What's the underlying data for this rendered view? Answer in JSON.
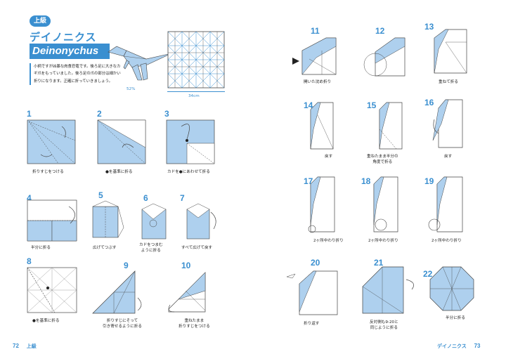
{
  "header": {
    "level_badge": "上級",
    "title_jp": "デイノニクス",
    "title_en": "Deinonychus",
    "intro": "小柄ですが凶暴な肉食恐竜です。後ろ足に大きなカギ爪をもっていました。後ろ足の爪の部分は細かい折りになります。正確に折っていきましょう。"
  },
  "size_labels": {
    "scale": "52%",
    "paper": "34cm"
  },
  "steps": [
    {
      "n": "1",
      "caption": "折りすじをつける"
    },
    {
      "n": "2",
      "caption": "●を基準に折る"
    },
    {
      "n": "3",
      "caption": "カドを●にあわせて折る"
    },
    {
      "n": "4",
      "caption": "半分に折る"
    },
    {
      "n": "5",
      "caption": "広げてつぶす"
    },
    {
      "n": "6",
      "caption": "カドをつまむ\nように折る"
    },
    {
      "n": "7",
      "caption": "すべて広げて戻す"
    },
    {
      "n": "8",
      "caption": "●を基準に折る"
    },
    {
      "n": "9",
      "caption": "折りすじにそって\n引き寄せるように折る"
    },
    {
      "n": "10",
      "caption": "重ねたまま\n折りすじをつける"
    },
    {
      "n": "11",
      "caption": "開いた沈め折り"
    },
    {
      "n": "12",
      "caption": ""
    },
    {
      "n": "13",
      "caption": "重ねて折る"
    },
    {
      "n": "14",
      "caption": "戻す"
    },
    {
      "n": "15",
      "caption": "重ねたまま半分の\n角度で折る"
    },
    {
      "n": "16",
      "caption": "戻す"
    },
    {
      "n": "17",
      "caption": "2ヶ所中わり折り"
    },
    {
      "n": "18",
      "caption": "2ヶ所中わり折り"
    },
    {
      "n": "19",
      "caption": "2ヶ所中わり折り"
    },
    {
      "n": "20",
      "caption": "折り返す"
    },
    {
      "n": "21",
      "caption": "反対側も9-20と\n同じように折る"
    },
    {
      "n": "22",
      "caption": "半分に折る"
    }
  ],
  "footer": {
    "left_page": "72",
    "left_label": "上級",
    "right_label": "デイノニクス",
    "right_page": "73"
  },
  "colors": {
    "accent": "#3a8fd0",
    "paper": "#aed0ee",
    "line": "#444444"
  }
}
